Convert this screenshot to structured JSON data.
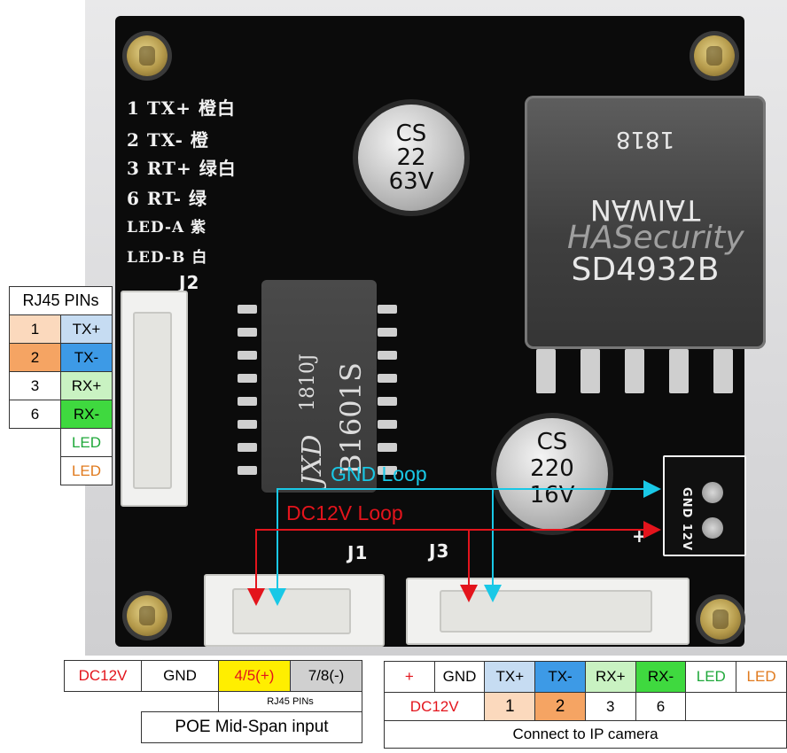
{
  "board": {
    "silk_pins": [
      {
        "num": "1",
        "name": "TX+",
        "color": "橙白"
      },
      {
        "num": "2",
        "name": "TX-",
        "color": "橙"
      },
      {
        "num": "3",
        "name": "RT+",
        "color": "绿白"
      },
      {
        "num": "6",
        "name": "RT-",
        "color": "绿"
      },
      {
        "num": "",
        "name": "LED-A",
        "color": "紫"
      },
      {
        "num": "",
        "name": "LED-B",
        "color": "白"
      }
    ],
    "cap_top": [
      "CS",
      "22",
      "63V"
    ],
    "cap_bottom": [
      "CS",
      "220",
      "16V"
    ],
    "transformer_code": "1818",
    "transformer_origin": "TAIWAN",
    "transformer_part": "SD4932B",
    "chip_line1": "JXD",
    "chip_line1b": "1810J",
    "chip_line2": "B1601S",
    "label_j1": "J1",
    "label_j2": "J2",
    "label_j3": "J3",
    "terminal_label": "GND 12V",
    "terminal_plus": "+",
    "watermark": "HASecurity"
  },
  "annotations": {
    "gnd_loop": "GND Loop",
    "dc_loop": "DC12V Loop",
    "gnd_color": "#19c8e6",
    "dc_color": "#e3141c"
  },
  "rj45_table": {
    "title": "RJ45 PINs",
    "rows": [
      {
        "pin": "1",
        "label": "TX+"
      },
      {
        "pin": "2",
        "label": "TX-"
      },
      {
        "pin": "3",
        "label": "RX+"
      },
      {
        "pin": "6",
        "label": "RX-"
      },
      {
        "pin": "",
        "label": "LED"
      },
      {
        "pin": "",
        "label": "LED"
      }
    ]
  },
  "poe_table": {
    "cells": [
      "DC12V",
      "GND",
      "4/5(+)",
      "7/8(-)"
    ],
    "sub_label": "RJ45 PINs",
    "caption": "POE Mid-Span input"
  },
  "camera_table": {
    "top": [
      "+",
      "GND",
      "TX+",
      "TX-",
      "RX+",
      "RX-",
      "LED",
      "LED"
    ],
    "second_label": "DC12V",
    "second": [
      "1",
      "2",
      "3",
      "6"
    ],
    "caption": "Connect to IP camera"
  },
  "colors": {
    "tx_plus_bg": "#c6dcf2",
    "tx_minus_bg": "#3d9ae6",
    "rx_plus_bg": "#c9f2c2",
    "rx_minus_bg": "#3fd93f",
    "orange_light": "#fbd9bd",
    "orange": "#f5a463",
    "led_green": "#1fa83a",
    "led_orange": "#e07a1e",
    "yellow": "#ffee00",
    "grey": "#d0d0d0"
  }
}
